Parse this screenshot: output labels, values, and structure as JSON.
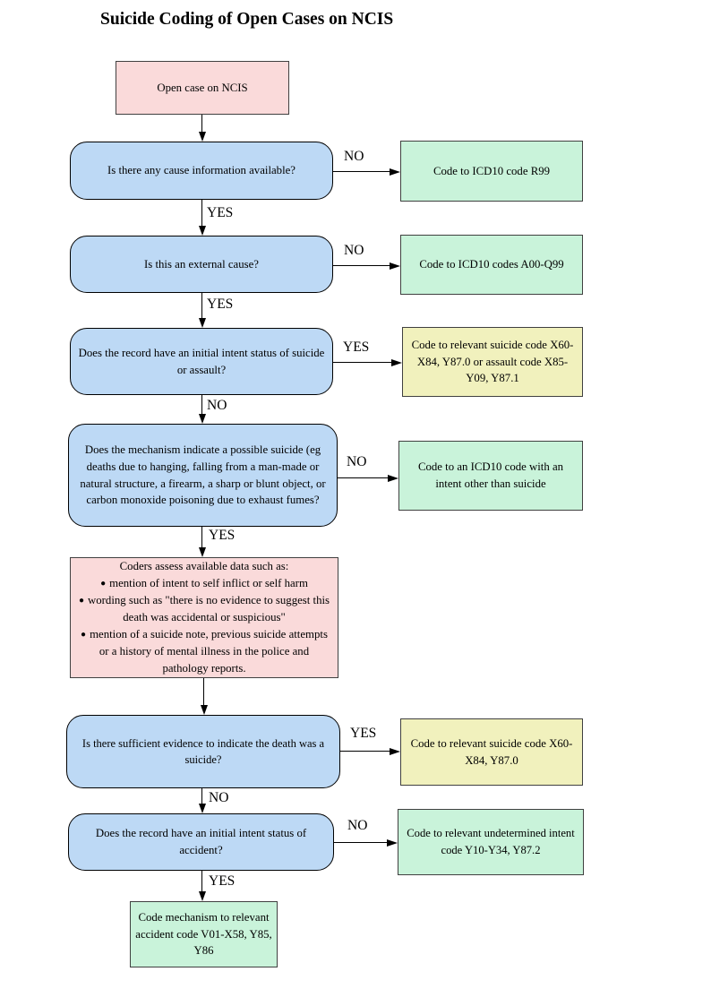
{
  "title": "Suicide Coding of Open Cases on NCIS",
  "edge_labels": {
    "yes": "YES",
    "no": "NO"
  },
  "bullet_icon": "●",
  "colors": {
    "start_fill": "#fadada",
    "decision_fill": "#bdd9f5",
    "outcome_green_fill": "#c9f3da",
    "outcome_yellow_fill": "#f1f1bd",
    "border": "#000000"
  },
  "nodes": {
    "start": "Open case on NCIS",
    "decision_cause_info": "Is there any cause information available?",
    "outcome_r99": "Code to ICD10 code R99",
    "decision_external_cause": "Is this an external cause?",
    "outcome_a00_q99": "Code to ICD10 codes A00-Q99",
    "decision_intent_suicide_assault": "Does the record have an initial intent status of suicide or assault?",
    "outcome_suicide_assault_codes": "Code to relevant suicide code X60-X84, Y87.0 or assault code X85-Y09, Y87.1",
    "decision_mechanism": "Does the mechanism indicate a possible suicide (eg deaths due to hanging, falling from a man-made or natural structure, a firearm, a sharp or blunt object, or carbon monoxide poisoning due to exhaust fumes?",
    "outcome_other_intent": "Code to an ICD10 code with an intent other than suicide",
    "process_intro": "Coders assess available data such as:",
    "process_bullets": [
      "mention of intent to self inflict or self harm",
      "wording such as \"there is no evidence to suggest this death was accidental or suspicious\"",
      "mention of a suicide note, previous suicide attempts or a history of mental illness in the police and pathology reports."
    ],
    "decision_sufficient_evidence": "Is there sufficient evidence to indicate the death was a suicide?",
    "outcome_suicide_codes": "Code to relevant suicide code X60-X84, Y87.0",
    "decision_intent_accident": "Does the record have an initial intent status of accident?",
    "outcome_undetermined": "Code to relevant undetermined intent code Y10-Y34, Y87.2",
    "outcome_accident_codes": "Code mechanism to relevant accident code V01-X58, Y85, Y86"
  }
}
